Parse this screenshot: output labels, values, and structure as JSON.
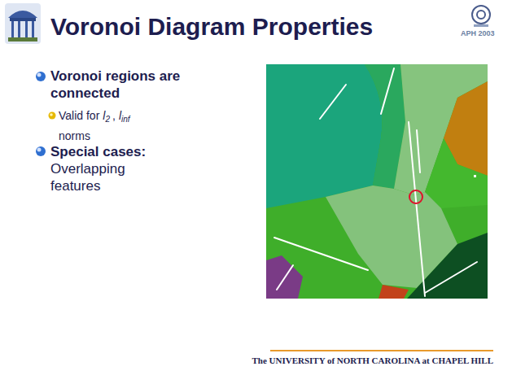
{
  "diagram": {
    "title": "Voronoi Diagram Properties",
    "labels": [
      "Voronoi regions are connected",
      "Valid for",
      "l",
      "2",
      ",",
      "l",
      "inf",
      "norms",
      "Special cases:",
      "Overlapping features",
      "The UNIVERSITY of NORTH CAROLINA at CHAPEL HILL",
      "APH 2003"
    ]
  }
}
